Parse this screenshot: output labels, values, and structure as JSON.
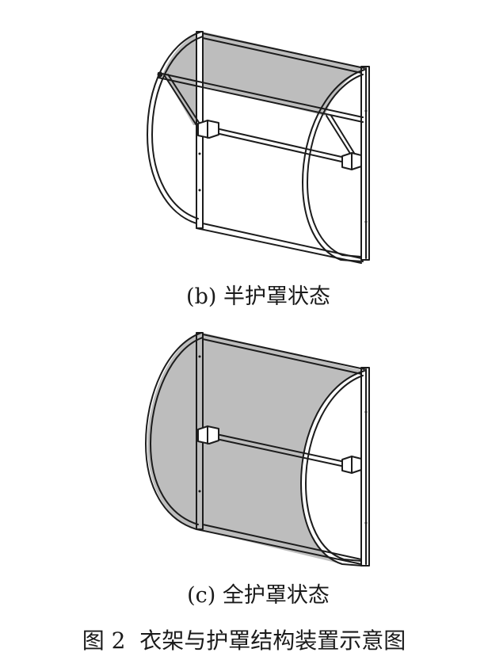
{
  "figure": {
    "panel_b_caption": "(b) 半护罩状态",
    "panel_c_caption": "(c) 全护罩状态",
    "figure_title": "图 2  衣架与护罩结构装置示意图"
  },
  "colors": {
    "line": "#1c1c1c",
    "mesh": "#bdbdbd",
    "background": "#ffffff"
  }
}
